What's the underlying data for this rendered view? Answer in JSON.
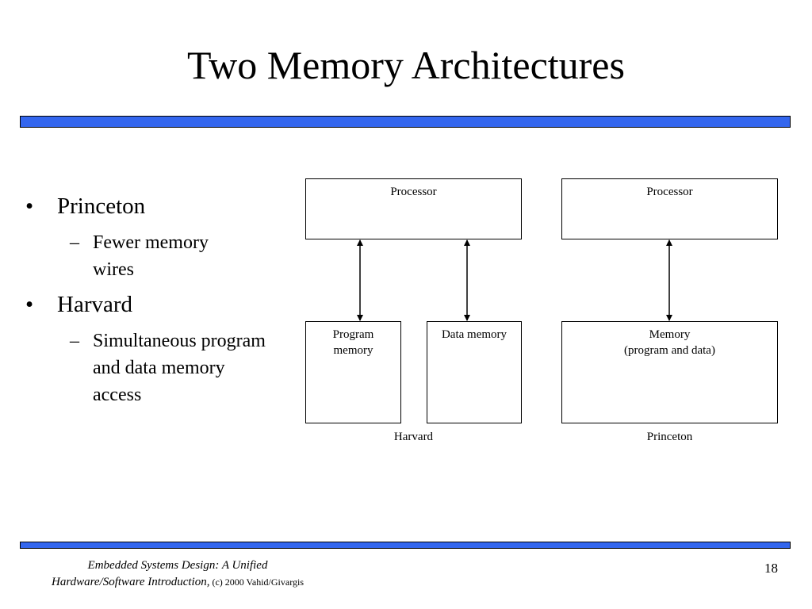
{
  "slide": {
    "title": "Two Memory Architectures",
    "page_number": "18",
    "accent_color": "#3366ee"
  },
  "bullets": [
    {
      "label": "Princeton",
      "sub": "Fewer memory wires"
    },
    {
      "label": "Harvard",
      "sub": "Simultaneous program and data memory access"
    }
  ],
  "bullet_symbols": {
    "main": "•",
    "sub": "–"
  },
  "diagram": {
    "harvard": {
      "processor_label": "Processor",
      "program_memory_label": "Program\nmemory",
      "data_memory_label": "Data memory",
      "caption": "Harvard"
    },
    "princeton": {
      "processor_label": "Processor",
      "memory_label": "Memory\n(program and data)",
      "caption": "Princeton"
    }
  },
  "footer": {
    "book_title_line1": "Embedded Systems Design: A Unified",
    "book_title_line2": "Hardware/Software Introduction,",
    "copyright": " (c) 2000 Vahid/Givargis"
  }
}
